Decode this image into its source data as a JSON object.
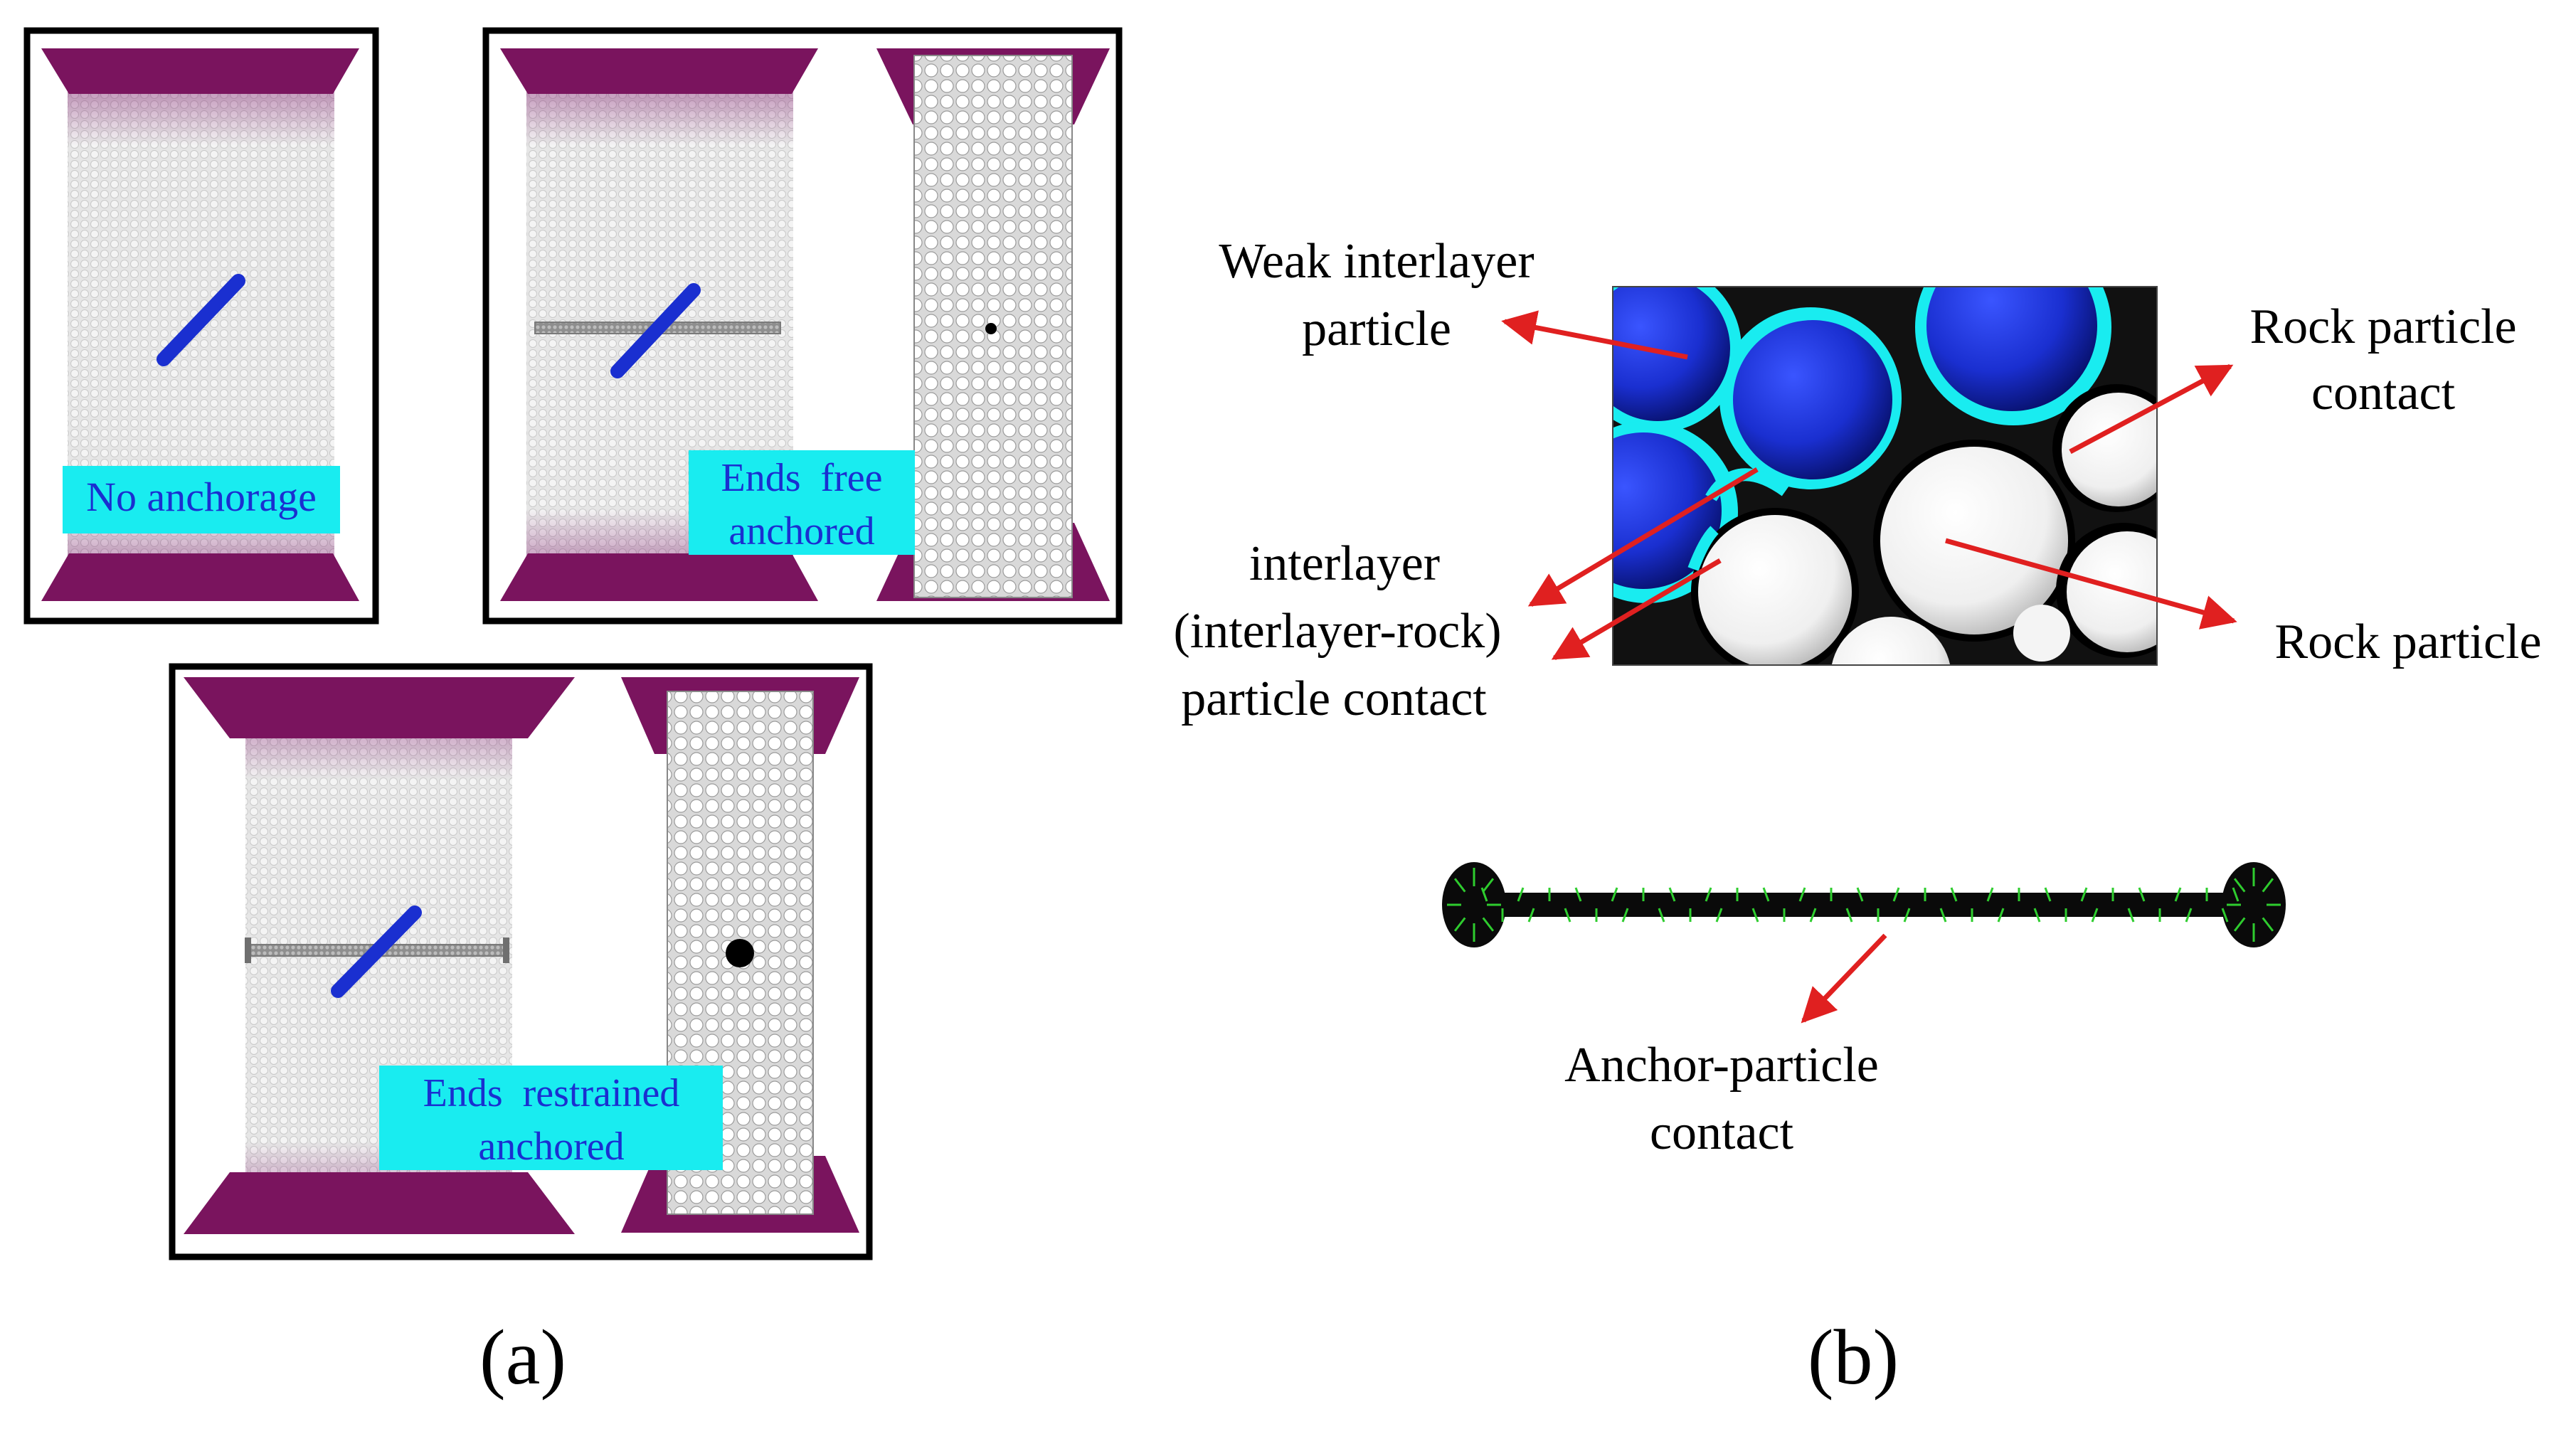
{
  "panel_a": {
    "caption": "(a)",
    "no_anchorage": {
      "label": "No anchorage"
    },
    "ends_free": {
      "label_line1": "Ends  free",
      "label_line2": "anchored"
    },
    "ends_restrained": {
      "label_line1": "Ends  restrained",
      "label_line2": "anchored"
    }
  },
  "panel_b": {
    "caption": "(b)",
    "callouts": {
      "weak_interlayer": {
        "line1": "Weak interlayer",
        "line2": "particle"
      },
      "rock_contact": {
        "line1": "Rock particle",
        "line2": "contact"
      },
      "interlayer_contact": {
        "line1": "interlayer",
        "line2": "(interlayer-rock)",
        "line3": "particle contact"
      },
      "rock_particle": {
        "line1": "Rock particle"
      },
      "anchor_contact": {
        "line1": "Anchor-particle",
        "line2": "contact"
      }
    }
  },
  "colors": {
    "loading_plate": "#7a145e",
    "weak_interlayer": "#1a2fd0",
    "label_box": "#19ecf0",
    "label_text": "#1a2fd0",
    "rock_particle": "#f2f2f2",
    "contact_arrow": "#e02020",
    "anchor_force": "#2ecc2e"
  }
}
